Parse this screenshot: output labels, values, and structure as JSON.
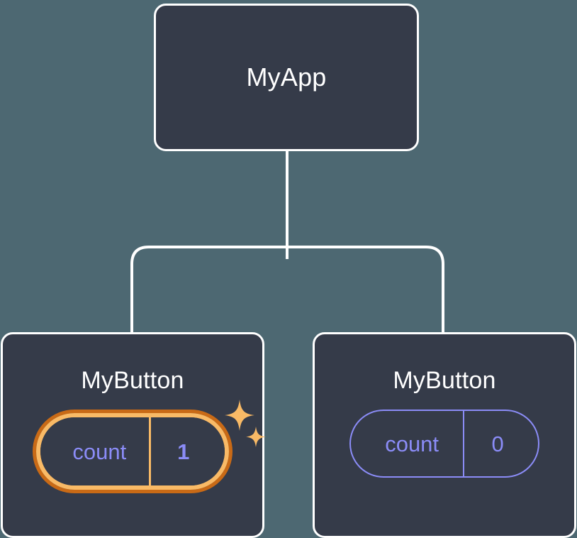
{
  "diagram": {
    "type": "component-tree",
    "title_visible": false,
    "background_color": "#4d6872",
    "node_fill": "#353b49",
    "node_border": "#ffffff",
    "connector_color": "#ffffff",
    "accent_purple": "#8b8cf7",
    "accent_amber": "#f9ba66",
    "accent_orange_dark": "#c96a16"
  },
  "root": {
    "label": "MyApp"
  },
  "children": [
    {
      "label": "MyButton",
      "state": {
        "key": "count",
        "value": "1",
        "highlighted": true,
        "sparkle_count": 2
      }
    },
    {
      "label": "MyButton",
      "state": {
        "key": "count",
        "value": "0",
        "highlighted": false,
        "sparkle_count": 0
      }
    }
  ],
  "edges": [
    {
      "from": "MyApp",
      "to": "MyButton (left)"
    },
    {
      "from": "MyApp",
      "to": "MyButton (right)"
    }
  ]
}
